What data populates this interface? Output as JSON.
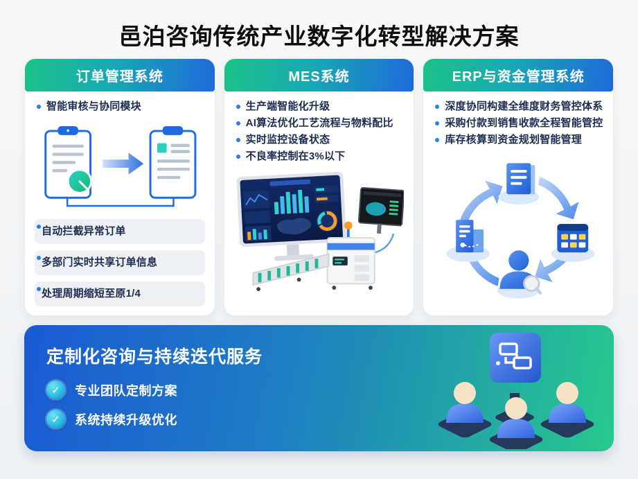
{
  "page": {
    "title": "邑泊咨询传统产业数字化转型解决方案"
  },
  "columns": [
    {
      "header": "订单管理系统",
      "bullets": [
        "智能审核与协同模块"
      ],
      "boxes": [
        "自动拦截异常订单",
        "多部门实时共享订单信息",
        "处理周期缩短至原1/4"
      ],
      "illustration": "order-documents-flow"
    },
    {
      "header": "MES系统",
      "bullets": [
        "生产端智能化升级",
        "AI算法优化工艺流程与物料配比",
        "实时监控设备状态",
        "不良率控制在3%以下"
      ],
      "illustration": "factory-monitoring-dashboard"
    },
    {
      "header": "ERP与资金管理系统",
      "bullets": [
        "深度协同构建全维度财务管控体系",
        "采购付款到销售收款全程智能管控",
        "库存核算到资金规划智能管理"
      ],
      "illustration": "finance-cycle-diagram"
    }
  ],
  "banner": {
    "title": "定制化咨询与持续迭代服务",
    "items": [
      "专业团队定制方案",
      "系统持续升级优化"
    ],
    "illustration": "team-collaboration"
  },
  "icons": {
    "check": "check-icon",
    "bullet_dot": "bullet-dot",
    "clipboard": "clipboard-document-icon",
    "arrow_right": "arrow-right-icon",
    "dashboard_monitor": "dashboard-monitor-icon",
    "cycle_arrows": "cycle-arrows-icon",
    "document": "document-icon",
    "calculator": "calculator-icon",
    "person_search": "person-search-icon",
    "server": "server-icon",
    "team_board": "team-board-icon"
  },
  "colors": {
    "header_gradient_start": "#1ac287",
    "header_gradient_end": "#1e6ad8",
    "banner_gradient_start": "#1b5ad3",
    "banner_gradient_end": "#26c98c",
    "accent_blue": "#2b7de0",
    "accent_teal": "#2ad1a3",
    "text_navy": "#1d2d50",
    "card_bg": "#ffffff",
    "gray_box_bg": "#edf0f4",
    "screen_navy": "#0e2150",
    "beacon_orange": "#f59e2b"
  }
}
